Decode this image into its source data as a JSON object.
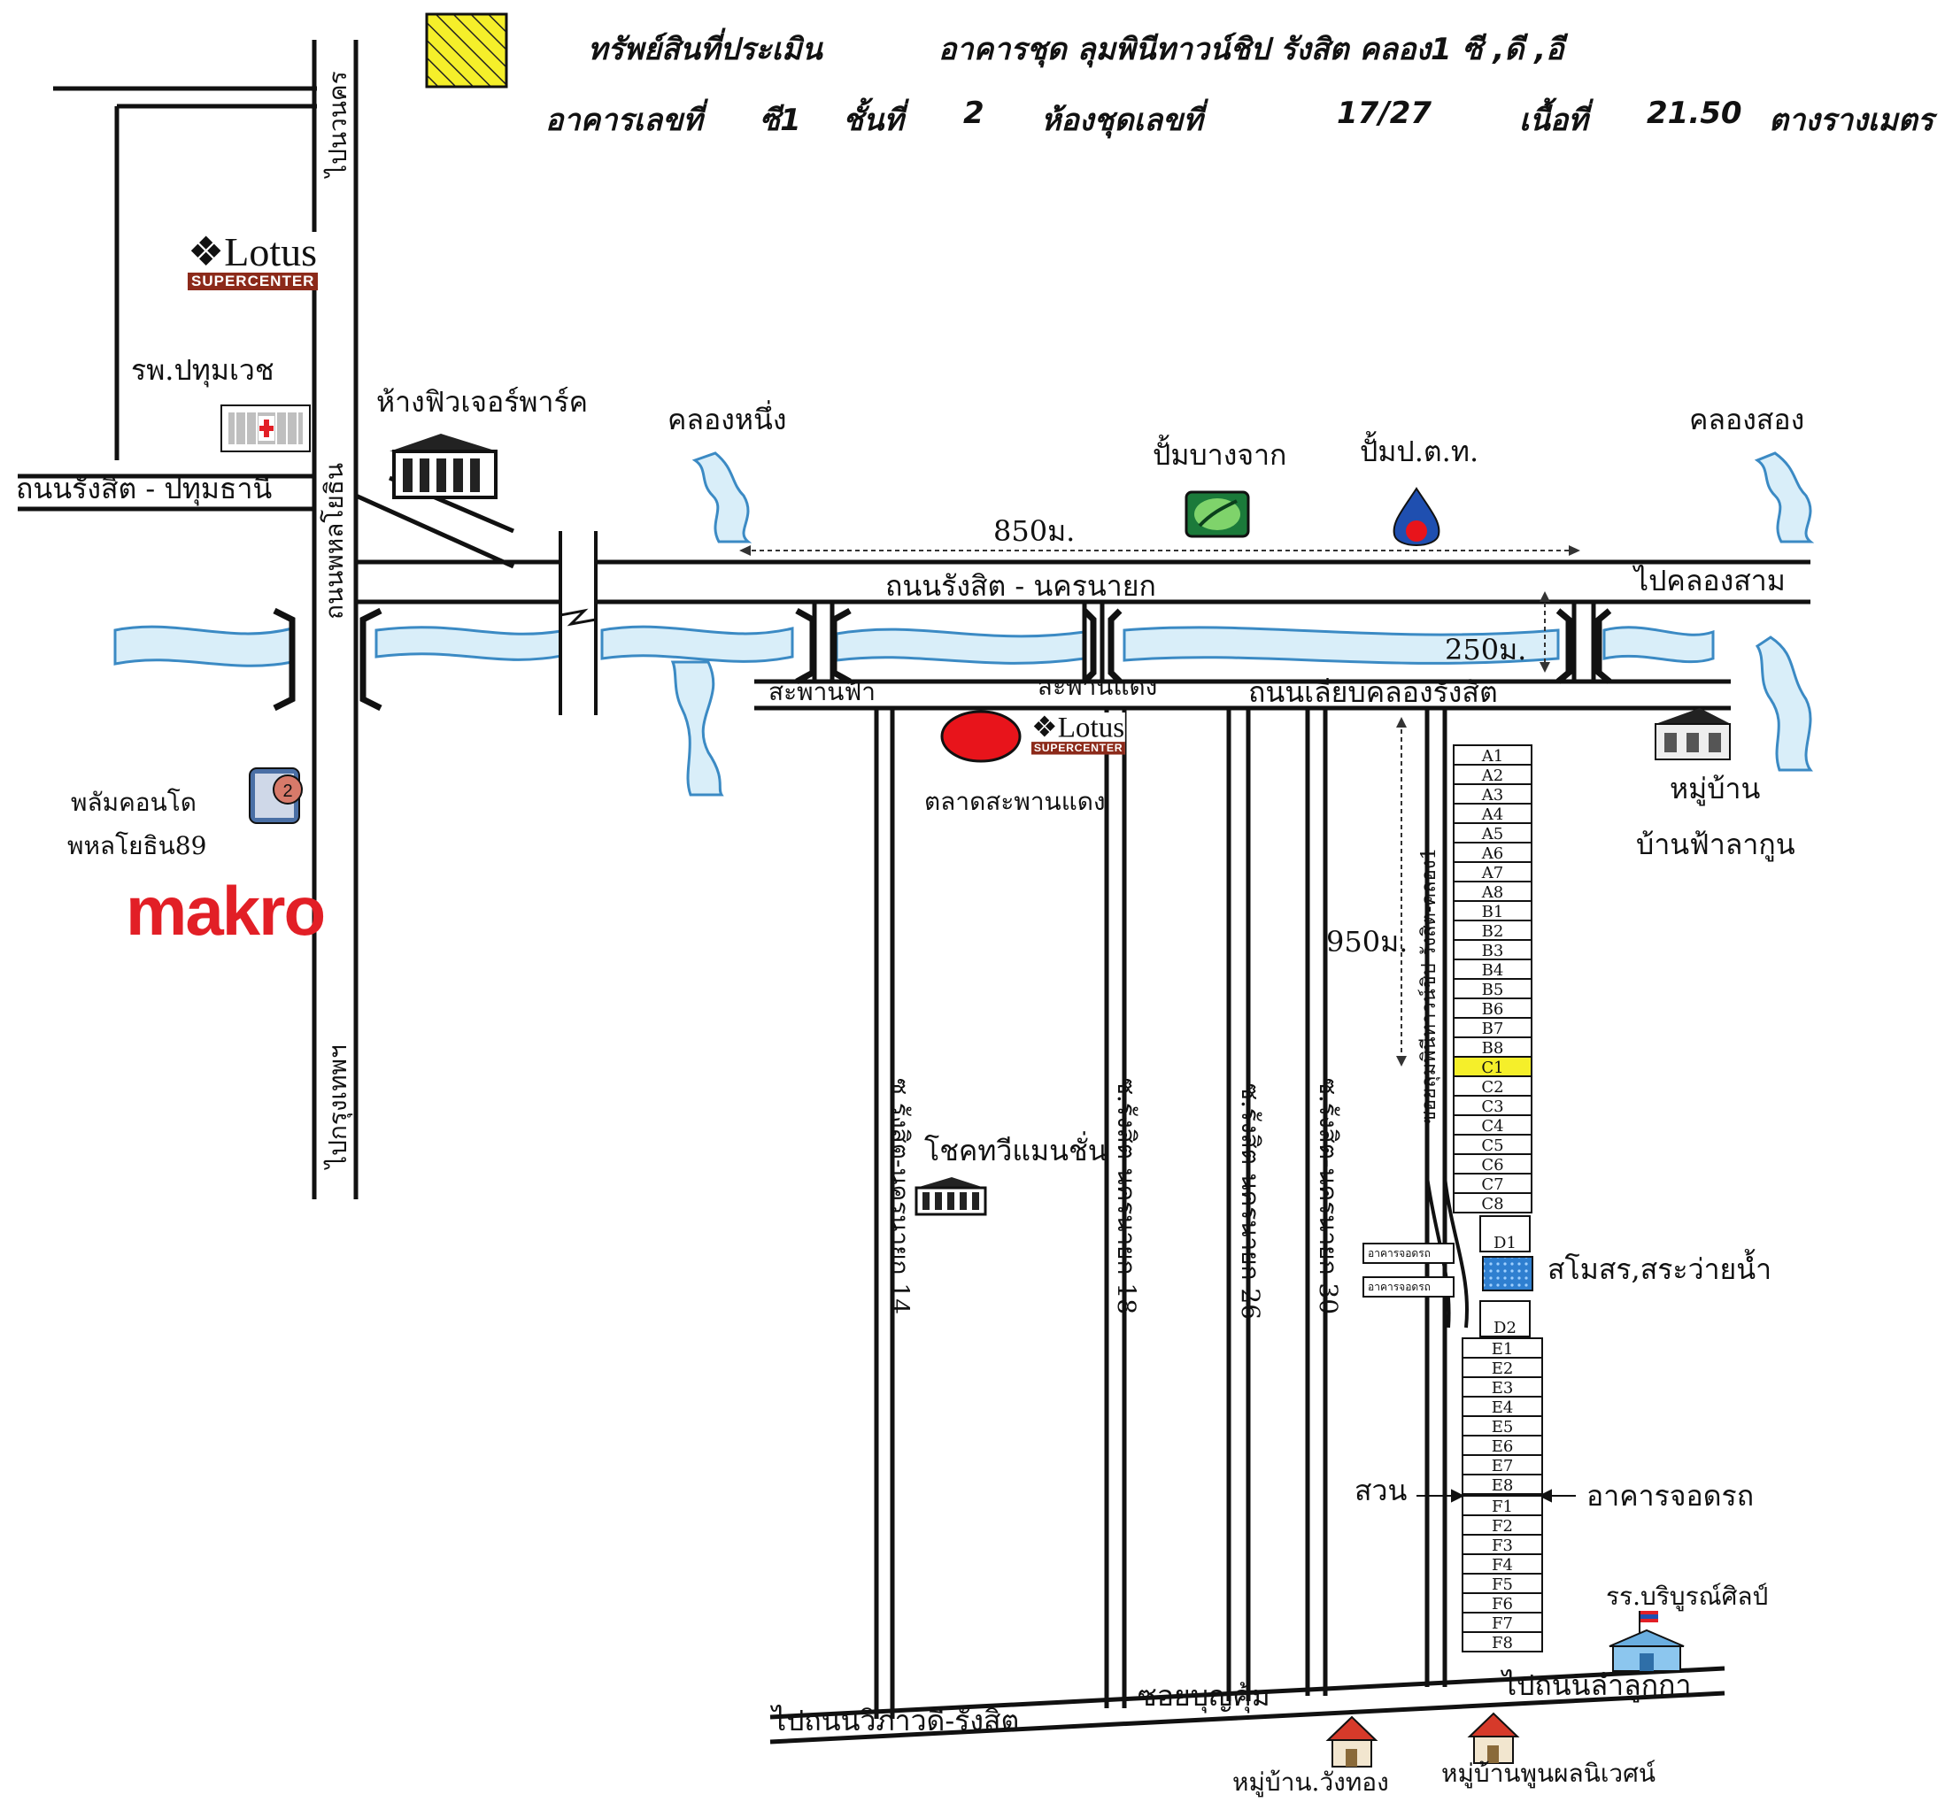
{
  "header": {
    "asset_label": "ทรัพย์สินที่ประเมิน",
    "project_name": "อาคารชุด ลุมพินีทาวน์ชิป รังสิต คลอง1 ซี ,ดี ,อี",
    "building_label": "อาคารเลขที่",
    "building_value": "ซี1",
    "floor_label": "ชั้นที่",
    "floor_value": "2",
    "room_label": "ห้องชุดเลขที่",
    "room_value": "17/27",
    "area_label": "เนื้อที่",
    "area_value": "21.50",
    "area_unit": "ตางรางเมตร"
  },
  "roads": {
    "rangsit_pathum": "ถนนรังสิต - ปทุมธานี",
    "rangsit_nakhon_nayok": "ถนนรังสิต - นครนายก",
    "phahon_yothin": "ถนนพหลโยธิน",
    "to_nava_nakhon": "ไปนวนคร",
    "to_bangkok": "ไปกรุงเทพฯ",
    "klong_road": "ถนนเลียบคลองรังสิต",
    "to_klong_sam": "ไปคลองสาม",
    "to_wiwat": "ไปถนนวิภาวดี-รังสิต",
    "to_lam_luk_ka": "ไปถนนลำลูกกา",
    "soi_bun": "ซอยบุญคุ้ม",
    "soi14": "ซ.รังสิต-นครนายก 14",
    "soi18": "ซ.รังสิต-นครนายก 18",
    "soi26": "ซ.รังสิต-นครนายก 26",
    "soi30": "ซ.รังสิต-นครนายก 30",
    "soi_lumpini": "ซอยลุมพินีทาวน์ชิป รังสิต-คลอง1"
  },
  "places": {
    "hospital": "รพ.ปทุมเวช",
    "future_park": "ห้างฟิวเจอร์พาร์ค",
    "klong_1": "คลองหนึ่ง",
    "klong_2": "คลองสอง",
    "bangchak": "ปั้มบางจาก",
    "ptt": "ปั้มป.ต.ท.",
    "sky_bridge": "สะพานฟ้า",
    "red_bridge": "สะพานแดง",
    "red_bridge_market": "ตลาดสะพานแดง",
    "plum_condo_1": "พลัมคอนโด",
    "plum_condo_2": "พหลโยธิน89",
    "plum_number": "2",
    "chok_mansion": "โชคทวีแมนชั่น",
    "village_fahlagun_1": "หมู่บ้าน",
    "village_fahlagun_2": "บ้านฟ้าลากูน",
    "club_pool": "สโมสร,สระว่ายน้ำ",
    "garden": "สวน",
    "parking": "อาคารจอดรถ",
    "parking_small_1": "อาคารจอดรถ",
    "parking_small_2": "อาคารจอดรถ",
    "school": "รร.บริบูรณ์ศิลป์",
    "village_wangthong": "หมู่บ้าน.วังทอง",
    "village_poon": "หมู่บ้านพูนผลนิเวศน์"
  },
  "logos": {
    "lotus_word": "Lotus",
    "lotus_sub": "SUPERCENTER",
    "makro": "makro"
  },
  "distances": {
    "d850": "850ม.",
    "d250": "250ม.",
    "d950": "950ม."
  },
  "buildings": {
    "a": [
      "A1",
      "A2",
      "A3",
      "A4",
      "A5",
      "A6",
      "A7",
      "A8"
    ],
    "b": [
      "B1",
      "B2",
      "B3",
      "B4",
      "B5",
      "B6",
      "B7",
      "B8"
    ],
    "c": [
      "C1",
      "C2",
      "C3",
      "C4",
      "C5",
      "C6",
      "C7",
      "C8"
    ],
    "d": [
      "D1",
      "D2"
    ],
    "e": [
      "E1",
      "E2",
      "E3",
      "E4",
      "E5",
      "E6",
      "E7",
      "E8"
    ],
    "f": [
      "F1",
      "F2",
      "F3",
      "F4",
      "F5",
      "F6",
      "F7",
      "F8"
    ],
    "highlighted": "C1"
  },
  "colors": {
    "subject_highlight": "#f5ef2a",
    "water": "#d9eef9",
    "water_edge": "#3b8ac4",
    "market_marker": "#e8141b",
    "makro_red": "#e21f26",
    "pool_blue": "#2f7fd0",
    "garden_green": "#2ea84a"
  }
}
